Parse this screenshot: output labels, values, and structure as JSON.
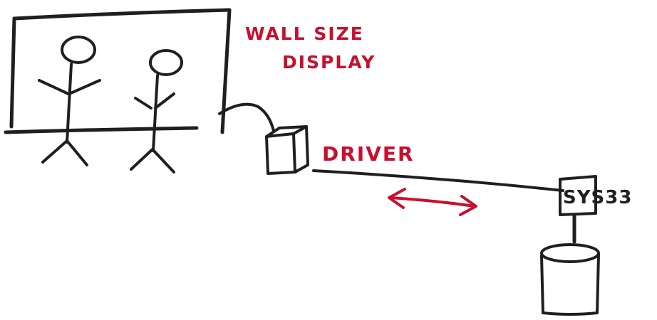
{
  "colors": {
    "ink": "#1f1f1f",
    "accent": "#c8102e",
    "background": "#ffffff"
  },
  "labels": {
    "display_line1": "WALL SIZE",
    "display_line2": "DISPLAY",
    "driver": "DRIVER",
    "system": "SYS33"
  },
  "icons": {
    "wall_display": "wall-display-icon",
    "person_left": "person-icon",
    "person_right": "person-icon",
    "driver_box": "cube-icon",
    "computer": "monitor-icon",
    "storage": "cylinder-icon",
    "connection_arrow": "double-arrow-icon"
  }
}
